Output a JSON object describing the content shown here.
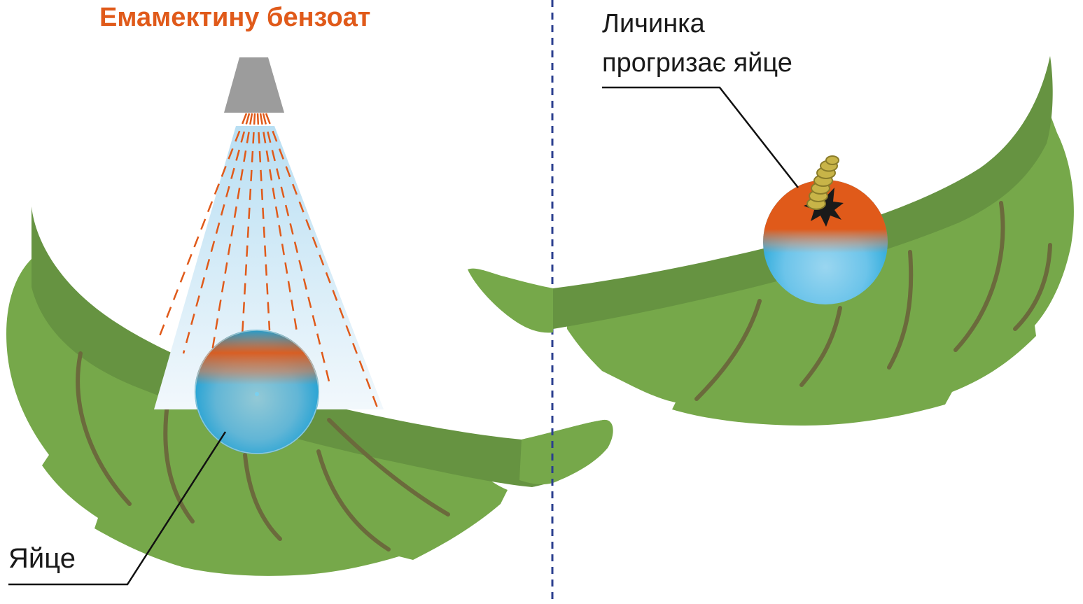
{
  "title": "Емамектину бензоат",
  "egg_label": "Яйце",
  "larva_label_line1": "Личинка",
  "larva_label_line2": "прогризає яйце",
  "colors": {
    "title": "#e05a1a",
    "leaf_light": "#76a84a",
    "leaf_dark": "#669341",
    "vein": "#6b6a3c",
    "spray_line": "#e05a1a",
    "nozzle": "#9c9c9c",
    "divider": "#2b3f8f",
    "egg_blue": "#1aa3d6",
    "egg_orange": "#e05a1a",
    "larva": "#c8b448"
  },
  "icons": {
    "nozzle": "spray-nozzle-icon",
    "egg": "egg-icon",
    "larva": "larva-icon",
    "leaf": "leaf-icon"
  }
}
